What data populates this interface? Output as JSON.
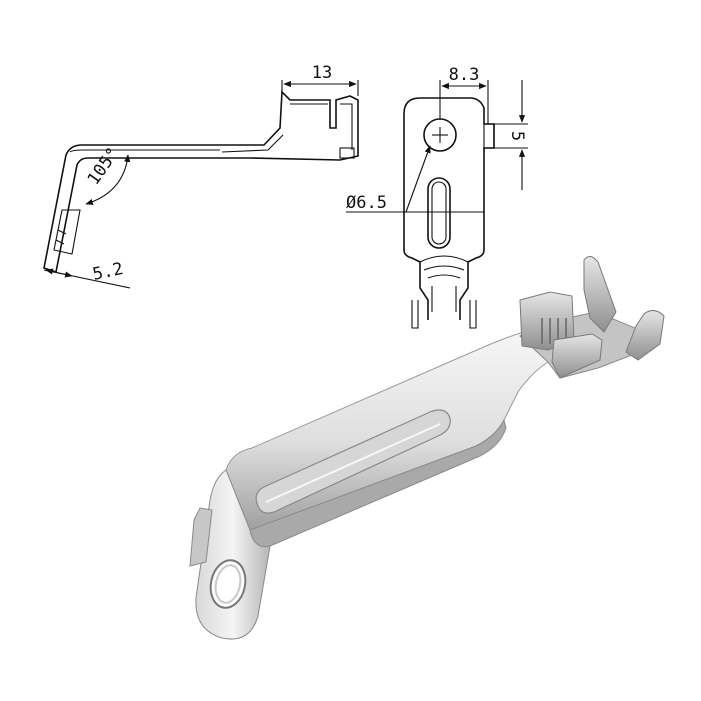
{
  "drawing": {
    "side_view": {
      "length_label": "13",
      "angle_label": "105°",
      "thickness_label": "5.2"
    },
    "top_view": {
      "width_label": "8.3",
      "tab_label": "5",
      "hole_label": "Ø6.5"
    },
    "colors": {
      "line": "#111111",
      "metal_light": "#f2f2f2",
      "metal_mid": "#cfcfcf",
      "metal_dark": "#8a8a8a"
    }
  }
}
